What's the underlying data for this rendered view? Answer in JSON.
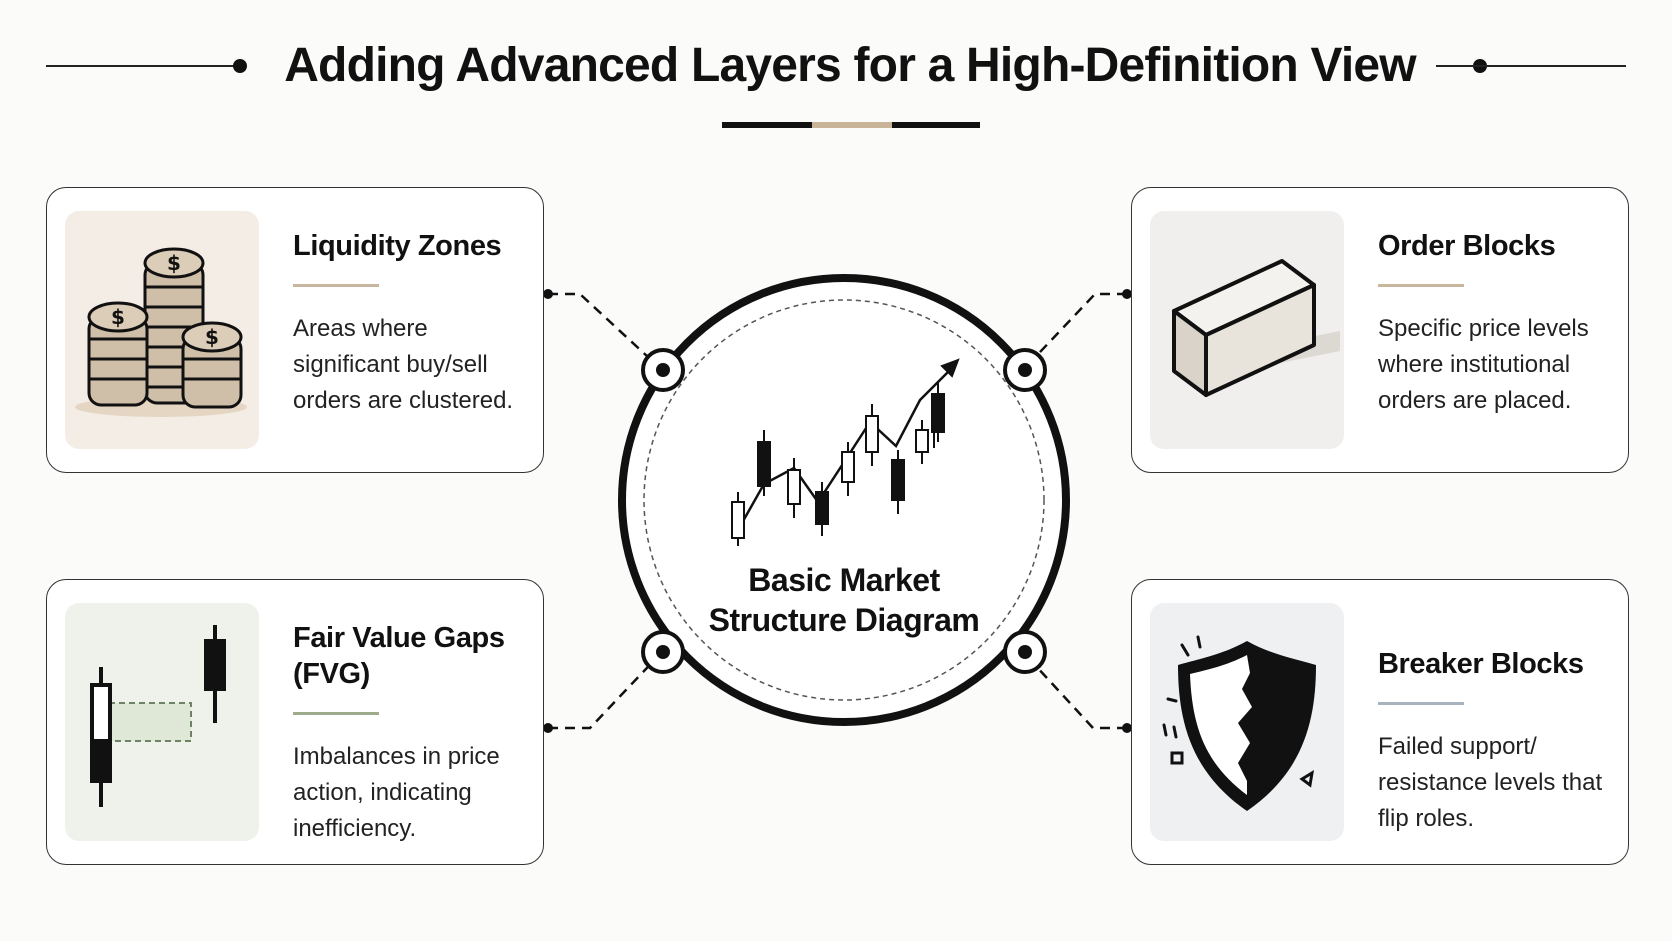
{
  "header": {
    "title": "Adding Advanced Layers for a High-Definition View",
    "underline_colors": [
      "#111111",
      "#c9b49a",
      "#111111"
    ]
  },
  "center": {
    "label_line1": "Basic Market",
    "label_line2": "Structure Diagram",
    "icon": "candlestick-chart-uptrend-icon"
  },
  "cards": [
    {
      "id": "liquidity-zones",
      "title": "Liquidity Zones",
      "description": "Areas where significant buy/sell orders are clustered.",
      "icon": "coin-stacks-icon",
      "accent_color": "#c8b69e",
      "panel_color": "#f3ede6"
    },
    {
      "id": "order-blocks",
      "title": "Order Blocks",
      "description": "Specific price levels where institutional orders are placed.",
      "icon": "block-cube-icon",
      "accent_color": "#c8b69e",
      "panel_color": "#f0efed"
    },
    {
      "id": "fair-value-gaps",
      "title_line1": "Fair Value Gaps",
      "title_line2": "(FVG)",
      "description": "Imbalances in price action, indicating inefficiency.",
      "icon": "candle-gap-icon",
      "accent_color": "#9eab8c",
      "panel_color": "#eef2ea"
    },
    {
      "id": "breaker-blocks",
      "title": "Breaker Blocks",
      "description": "Failed support/ resistance levels that flip roles.",
      "icon": "broken-shield-icon",
      "accent_color": "#a7b4bf",
      "panel_color": "#eef0f2"
    }
  ]
}
